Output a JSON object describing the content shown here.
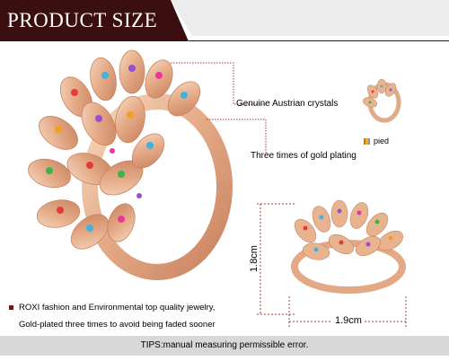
{
  "banner": {
    "title": "PRODUCT  SIZE"
  },
  "callouts": {
    "crystals": "Genuine Austrian crystals",
    "plating": "Three times of gold plating"
  },
  "color_option": {
    "label": "pied"
  },
  "dimensions": {
    "height": "1.8cm",
    "width": "1.9cm"
  },
  "info_lines": [
    "ROXI fashion and Environmental top quality jewelry,",
    "Gold-plated three times to avoid being faded sooner"
  ],
  "tips": "TIPS:manual measuring permissible error.",
  "colors": {
    "banner_dark": "#3b0f10",
    "gold": "#e8b48f",
    "tips_bg": "#d8d8d8",
    "accent_dash": "#a03a3a"
  },
  "icons": [
    "ring-product-image",
    "ring-thumbnail-image",
    "ring-side-image",
    "pied-color-swatch-icon",
    "bullet-icon"
  ]
}
